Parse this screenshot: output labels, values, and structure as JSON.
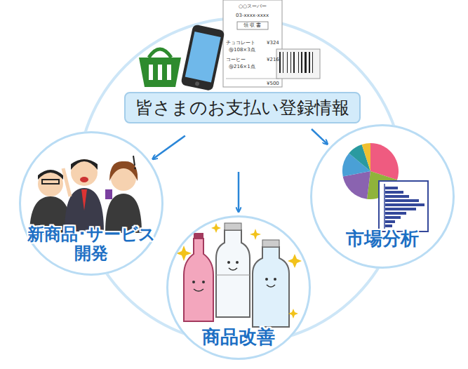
{
  "diagram": {
    "nodes": [
      {
        "text": [
          "皆さまのお支払い登録情報"
        ]
      },
      {
        "text": [
          "新商品･サービス 開発"
        ]
      },
      {
        "text": [
          "商品改善"
        ]
      },
      {
        "text": [
          "市場分析"
        ]
      }
    ],
    "edges": [
      {
        "from": 0,
        "to": 1,
        "arrow": "to"
      },
      {
        "from": 0,
        "to": 2,
        "arrow": "to"
      },
      {
        "from": 0,
        "to": 3,
        "arrow": "to"
      }
    ],
    "labels": [
      "○○スーパー",
      "03-xxxx-xxxx",
      "領 収 書",
      "チョコレート",
      "@108×3点",
      "¥324",
      "コーヒー",
      "@216×1点",
      "¥216",
      "¥500"
    ]
  }
}
